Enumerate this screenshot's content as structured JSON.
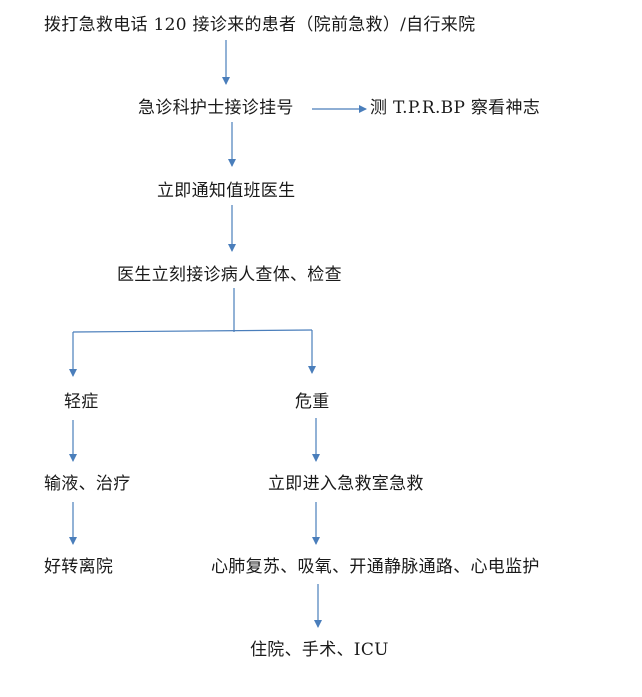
{
  "nodes": {
    "start": "拨打急救电话 120 接诊来的患者（院前急救）/自行来院",
    "registration": "急诊科护士接诊挂号",
    "vitals": "测 T.P.R.BP 察看神志",
    "notify": "立即通知值班医生",
    "examine": "医生立刻接诊病人查体、检查",
    "mild": "轻症",
    "severe": "危重",
    "infusion": "输液、治疗",
    "rescue_room": "立即进入急救室急救",
    "discharge": "好转离院",
    "cpr": "心肺复苏、吸氧、开通静脉通路、心电监护",
    "final": "住院、手术、ICU"
  },
  "colors": {
    "connector": "#4a7ebb",
    "text": "#1a1a1a",
    "background": "#ffffff"
  }
}
